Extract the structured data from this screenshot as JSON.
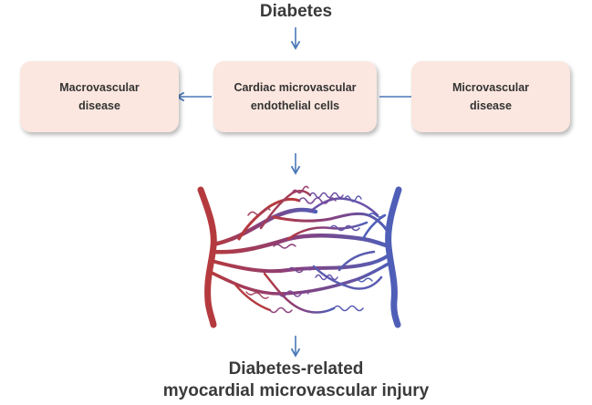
{
  "top_title": "Diabetes",
  "boxes": {
    "macro": "Macrovascular\ndisease",
    "cardiac": "Cardiac microvascular\nendothelial cells",
    "micro": "Microvascular\ndisease"
  },
  "bottom_title": "Diabetes-related\nmyocardial microvascular injury",
  "colors": {
    "arrow": "#4a78b8",
    "artery": "#b53a3e",
    "vein": "#4f5fb8",
    "box_fill": "#fbe7df"
  },
  "icons": {
    "vessels": "capillary-network-illustration",
    "arrow": "arrow-icon"
  }
}
